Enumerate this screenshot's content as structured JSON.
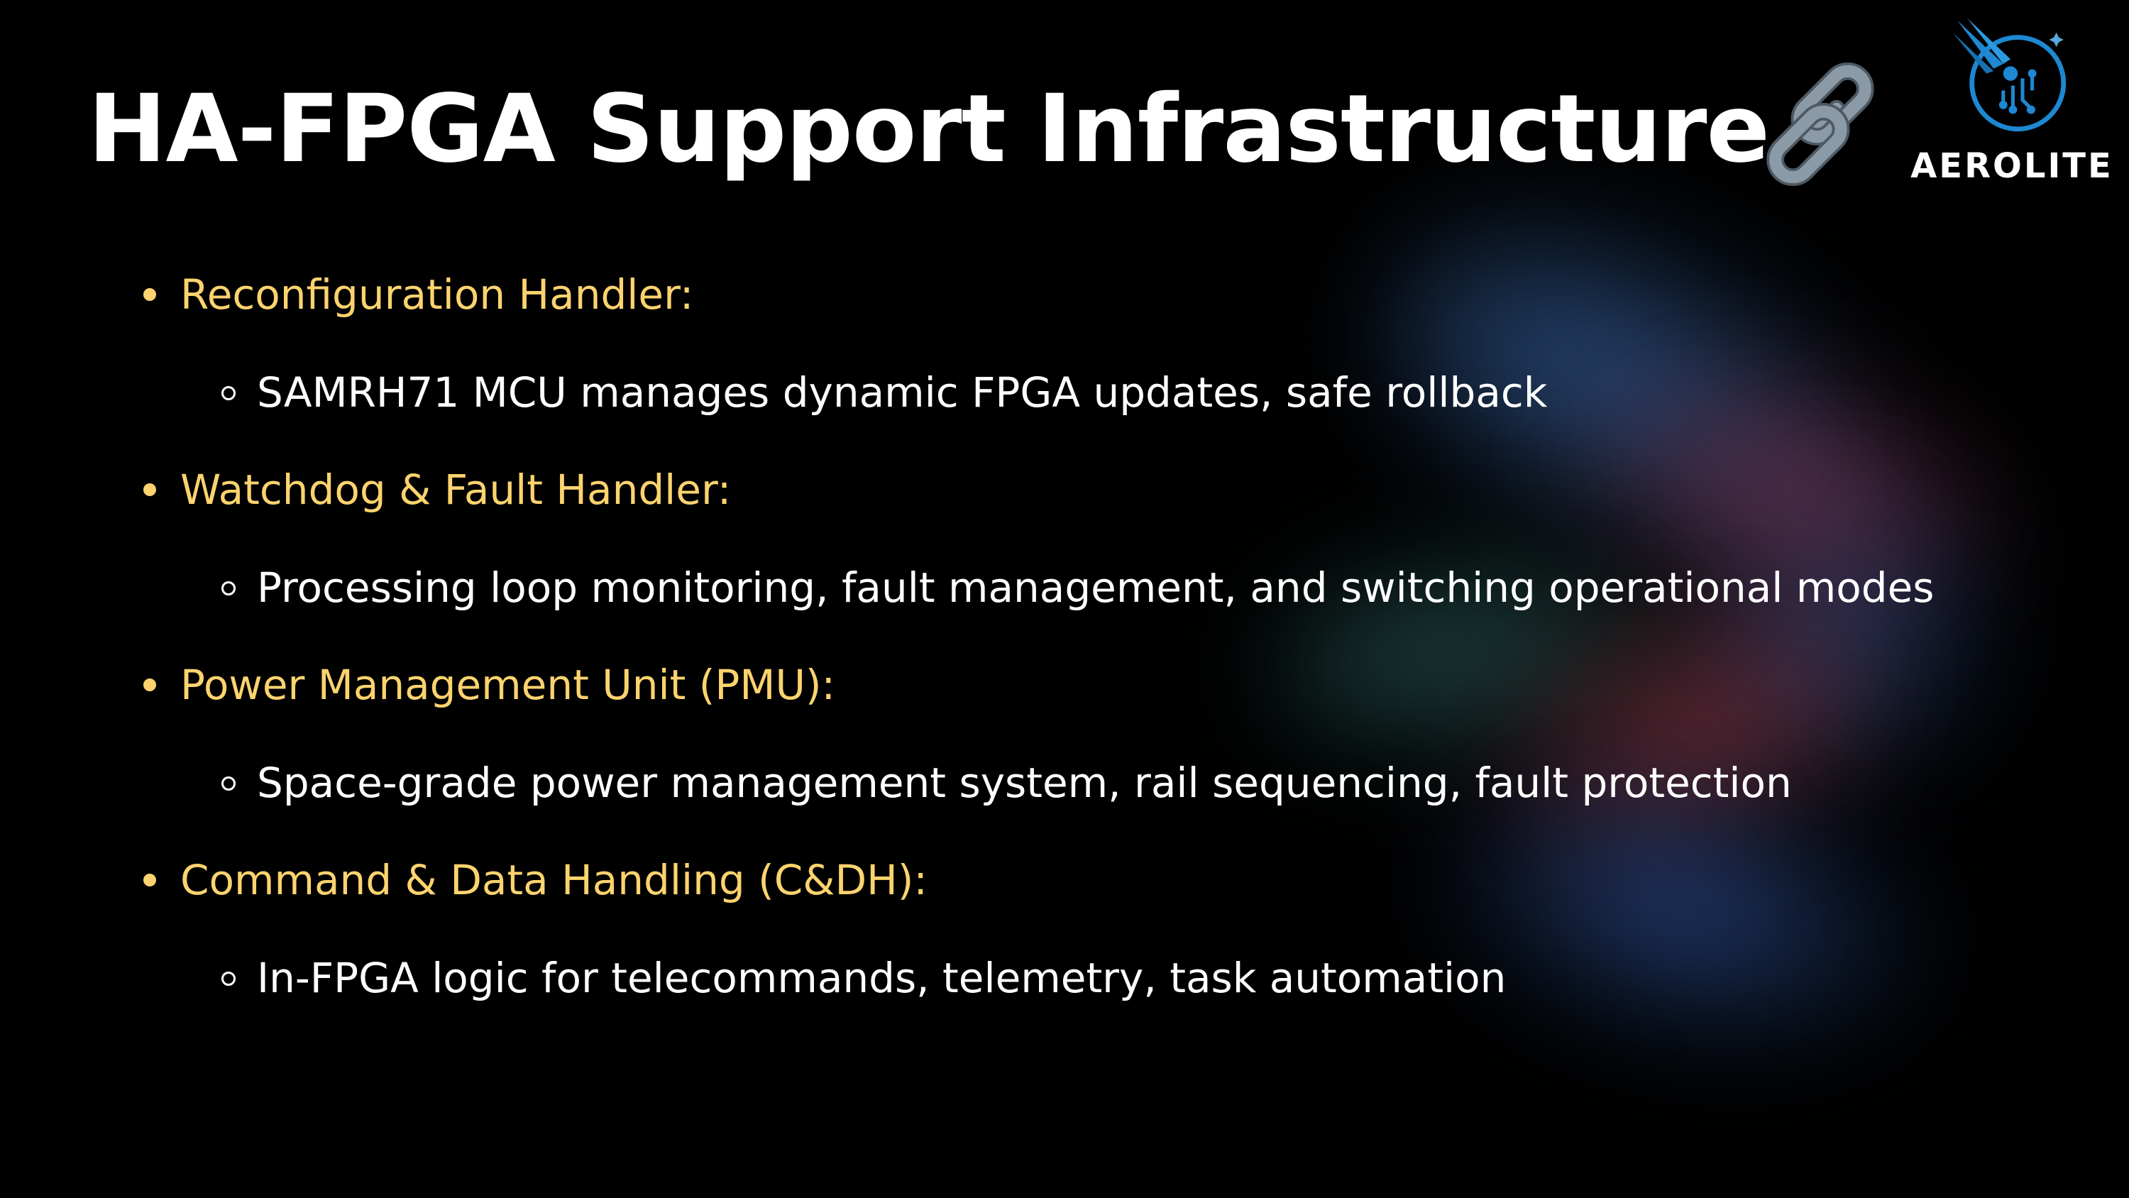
{
  "slide": {
    "title": "HA-FPGA Support Infrastructure",
    "logo": {
      "text": "AEROLITE",
      "icon": "meteor-circuit-logo-icon"
    },
    "link_icon": "chain-link-icon",
    "bullets": [
      {
        "label": "Reconfiguration Handler:",
        "detail": "SAMRH71 MCU manages dynamic FPGA updates, safe rollback"
      },
      {
        "label": "Watchdog & Fault Handler:",
        "detail": "Processing loop monitoring, fault management, and switching operational modes"
      },
      {
        "label": "Power Management Unit (PMU):",
        "detail": "Space-grade power management system, rail sequencing, fault protection"
      },
      {
        "label": "Command & Data Handling (C&DH):",
        "detail": "In-FPGA logic for telecommands, telemetry, task automation"
      }
    ]
  },
  "colors": {
    "background": "#000000",
    "title": "#ffffff",
    "heading_bullet": "#fcd36e",
    "sub_bullet": "#ffffff",
    "logo_blue": "#1e88d2",
    "link_gray": "#8a9aa6"
  }
}
